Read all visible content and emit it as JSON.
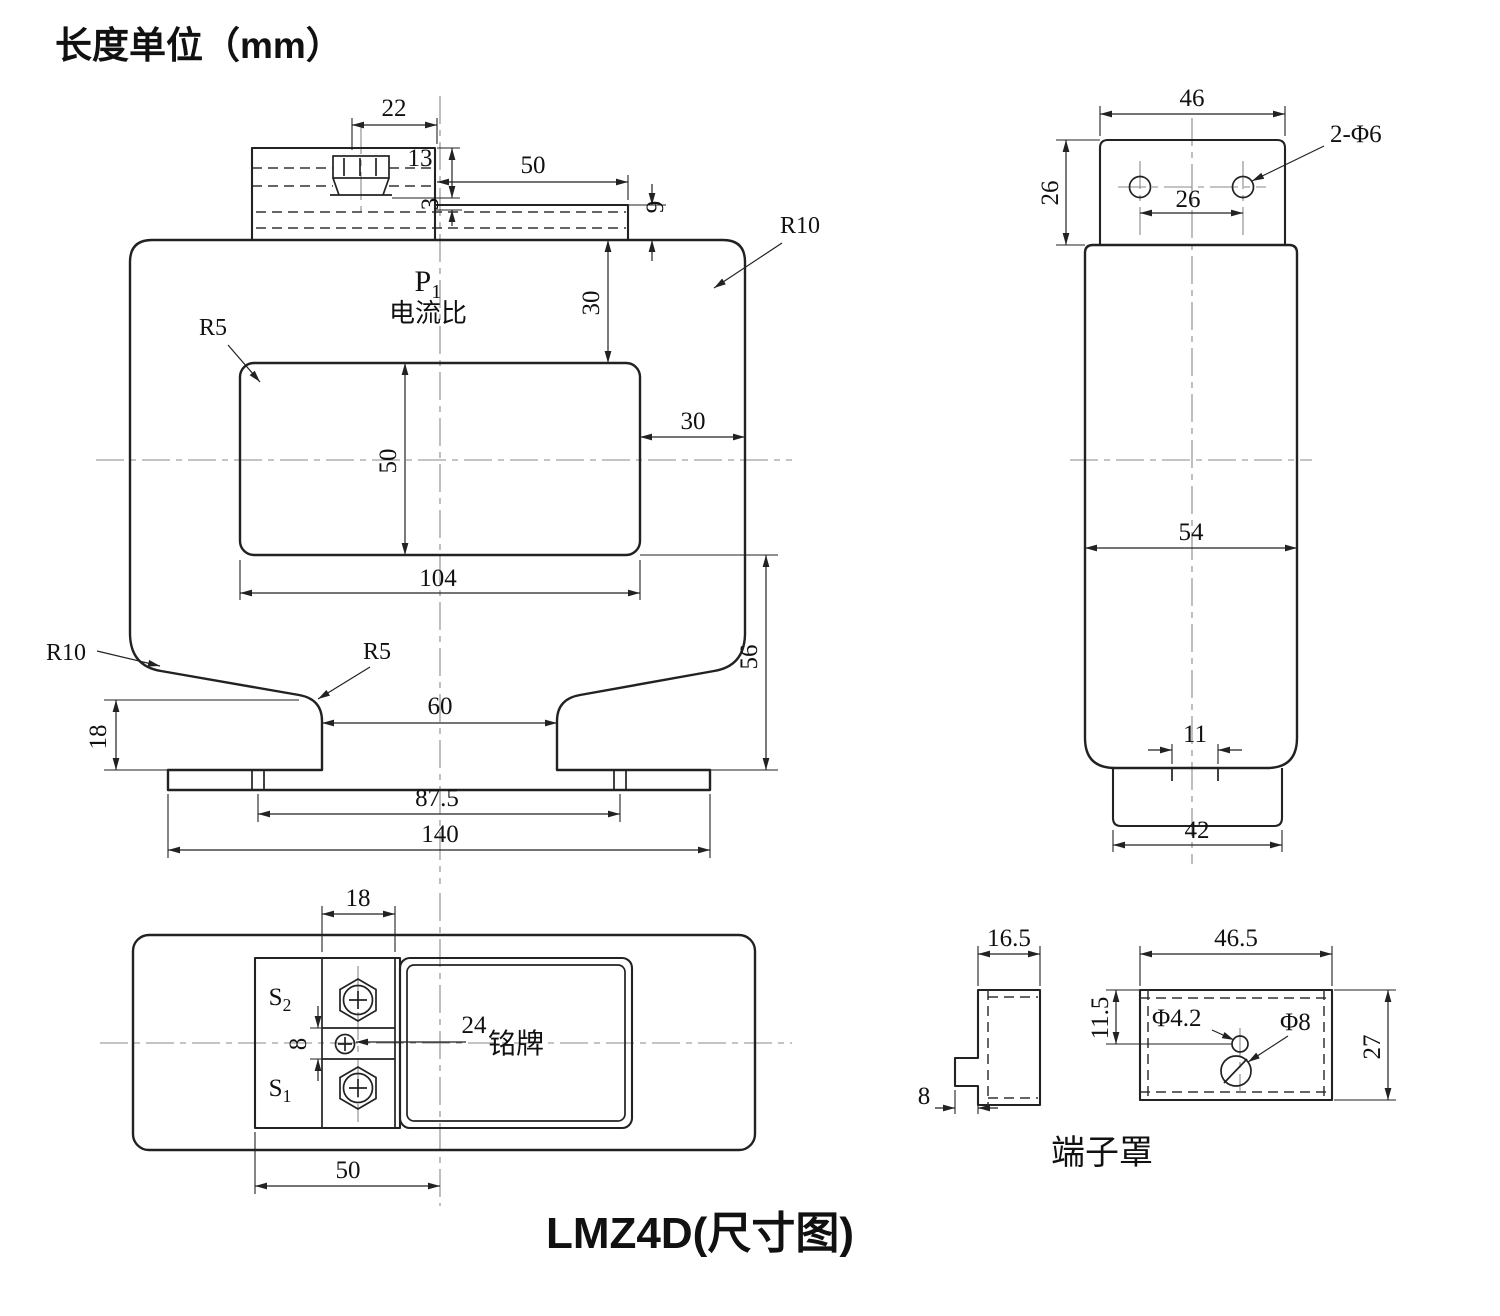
{
  "page": {
    "unit_note": "长度单位（mm）",
    "title": "LMZ4D(尺寸图)"
  },
  "front_view": {
    "labels": {
      "p1_base": "P",
      "p1_sub": "1",
      "current_ratio": "电流比"
    },
    "dims": {
      "top_width": "22",
      "terminal_height": "13",
      "gap": "3",
      "plate_length": "50",
      "plate_thickness": "9",
      "radius_top_right": "R10",
      "radius_window": "R5",
      "top_to_window": "30",
      "window_height": "50",
      "side_width": "30",
      "window_width": "104",
      "lower_height": "56",
      "radius_bottom_left": "R10",
      "radius_step": "R5",
      "column_width": "60",
      "base_height": "18",
      "slot_span": "87.5",
      "base_width": "140"
    }
  },
  "side_view": {
    "dims": {
      "tab_width": "46",
      "holes": "2-Φ6",
      "tab_height": "26",
      "hole_span": "26",
      "body_width": "54",
      "notch": "11",
      "foot_width": "42"
    }
  },
  "bottom_view": {
    "labels": {
      "s2_base": "S",
      "s2_sub": "2",
      "s1_base": "S",
      "s1_sub": "1",
      "nameplate": "铭牌"
    },
    "dims": {
      "terminal_width": "18",
      "screw_offset": "24",
      "screw_gap": "8",
      "terminal_span": "50"
    }
  },
  "cover_view": {
    "caption": "端子罩",
    "dims": {
      "profile_width": "16.5",
      "profile_foot": "8",
      "cover_width": "46.5",
      "hole_offset": "11.5",
      "hole_small": "Φ4.2",
      "hole_big": "Φ8",
      "cover_height": "27"
    }
  }
}
